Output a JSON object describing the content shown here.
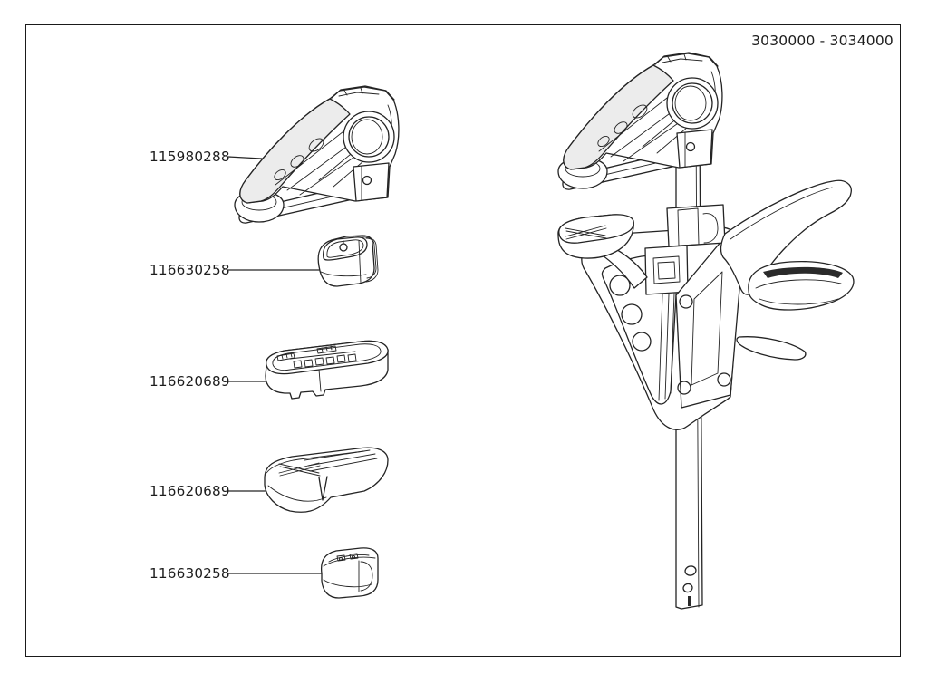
{
  "header": {
    "doc_range": "3030000 - 3034000"
  },
  "parts": [
    "115980288",
    "116630258",
    "116620689",
    "116620689",
    "116630258"
  ],
  "colors": {
    "line": "#242424",
    "background": "#ffffff",
    "shade": "#ececec",
    "dark": "#2a2a2a"
  }
}
